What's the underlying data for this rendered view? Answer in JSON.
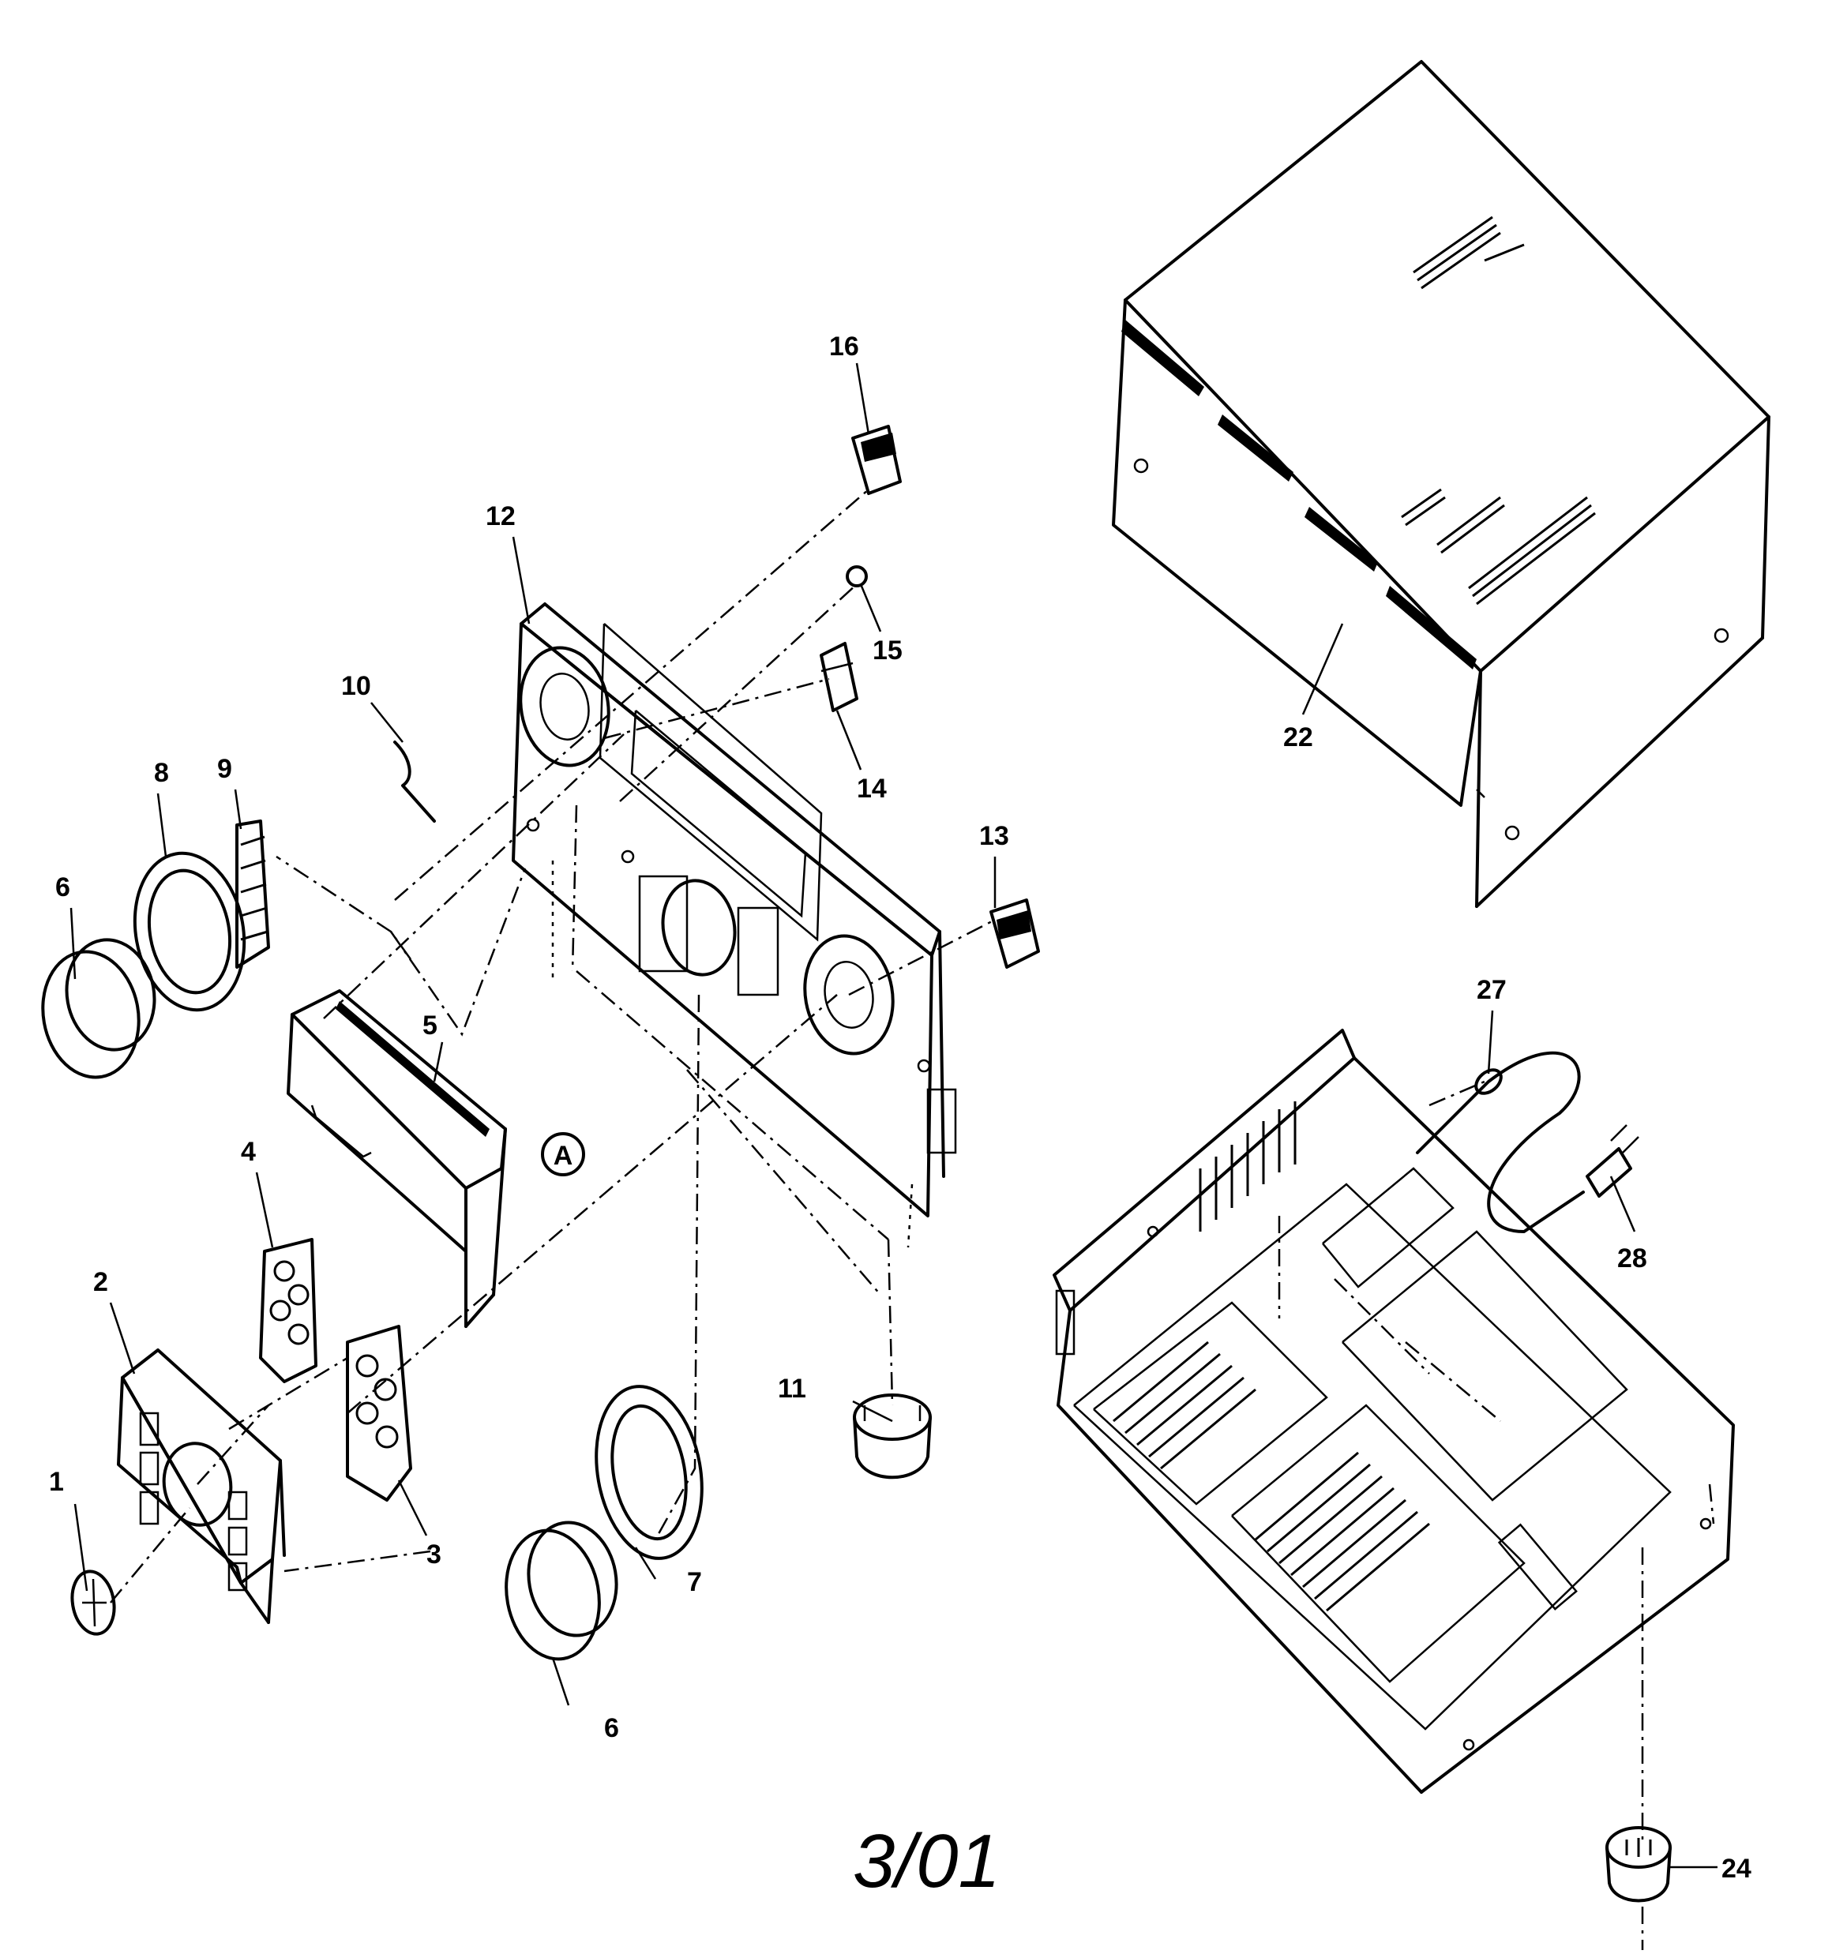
{
  "callouts": [
    {
      "id": "c1",
      "text": "1"
    },
    {
      "id": "c2",
      "text": "2"
    },
    {
      "id": "c3",
      "text": "3"
    },
    {
      "id": "c4",
      "text": "4"
    },
    {
      "id": "c5",
      "text": "5"
    },
    {
      "id": "c6a",
      "text": "6"
    },
    {
      "id": "c6b",
      "text": "6"
    },
    {
      "id": "c7",
      "text": "7"
    },
    {
      "id": "c8",
      "text": "8"
    },
    {
      "id": "c9",
      "text": "9"
    },
    {
      "id": "c10",
      "text": "10"
    },
    {
      "id": "c11",
      "text": "11"
    },
    {
      "id": "c12",
      "text": "12"
    },
    {
      "id": "c13",
      "text": "13"
    },
    {
      "id": "c14",
      "text": "14"
    },
    {
      "id": "c15",
      "text": "15"
    },
    {
      "id": "c16",
      "text": "16"
    },
    {
      "id": "c22",
      "text": "22"
    },
    {
      "id": "c24",
      "text": "24"
    },
    {
      "id": "c27",
      "text": "27"
    },
    {
      "id": "c28",
      "text": "28"
    }
  ],
  "reference_marker": "A",
  "date_stamp": "3/01"
}
